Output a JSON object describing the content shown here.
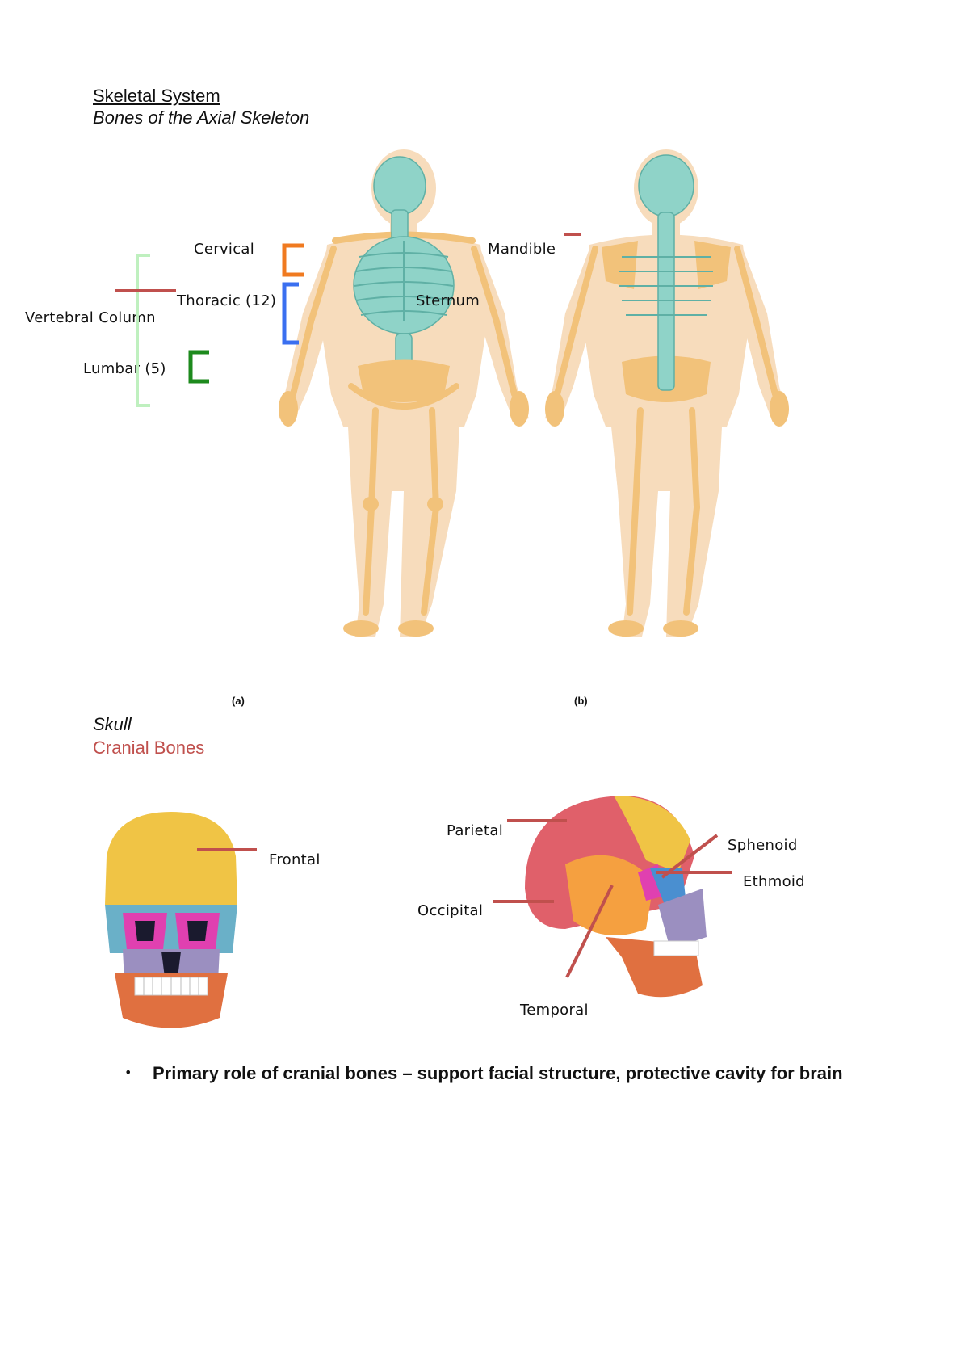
{
  "header": {
    "title": "Skeletal System",
    "subtitle": "Bones of the Axial Skeleton"
  },
  "skeleton_figure": {
    "caption_a": "(a)",
    "caption_b": "(b)",
    "labels": {
      "cervical": "Cervical",
      "thoracic": "Thoracic (12)",
      "vertebral_column": "Vertebral Column",
      "lumbar": "Lumbar (5)",
      "mandible": "Mandible",
      "sternum": "Sternum"
    },
    "colors": {
      "skin": "#f7dcbc",
      "bone": "#f2c27a",
      "axial_bone": "#8fd3c8",
      "cervical_bracket": "#f07a20",
      "thoracic_bracket": "#3a6ff0",
      "lumbar_bracket": "#1d8a1d",
      "vertebral_bracket": "#bff0bf",
      "marker_line": "#c0504d"
    }
  },
  "skull_section": {
    "heading": "Skull",
    "subheading": "Cranial Bones",
    "subheading_color": "#c0504d",
    "labels": {
      "frontal": "Frontal",
      "parietal": "Parietal",
      "sphenoid": "Sphenoid",
      "ethmoid": "Ethmoid",
      "occipital": "Occipital",
      "temporal": "Temporal"
    },
    "colors": {
      "frontal": "#f0c445",
      "parietal": "#e0606a",
      "temporal": "#f5a040",
      "sphenoid": "#e040b0",
      "maxilla": "#9b8fc0",
      "mandible": "#e07040",
      "nasal": "#4a8fd0",
      "zygomatic": "#6ab0c8"
    }
  },
  "notes": {
    "bullet_1": "Primary role of cranial bones – support facial structure, protective cavity for brain"
  }
}
